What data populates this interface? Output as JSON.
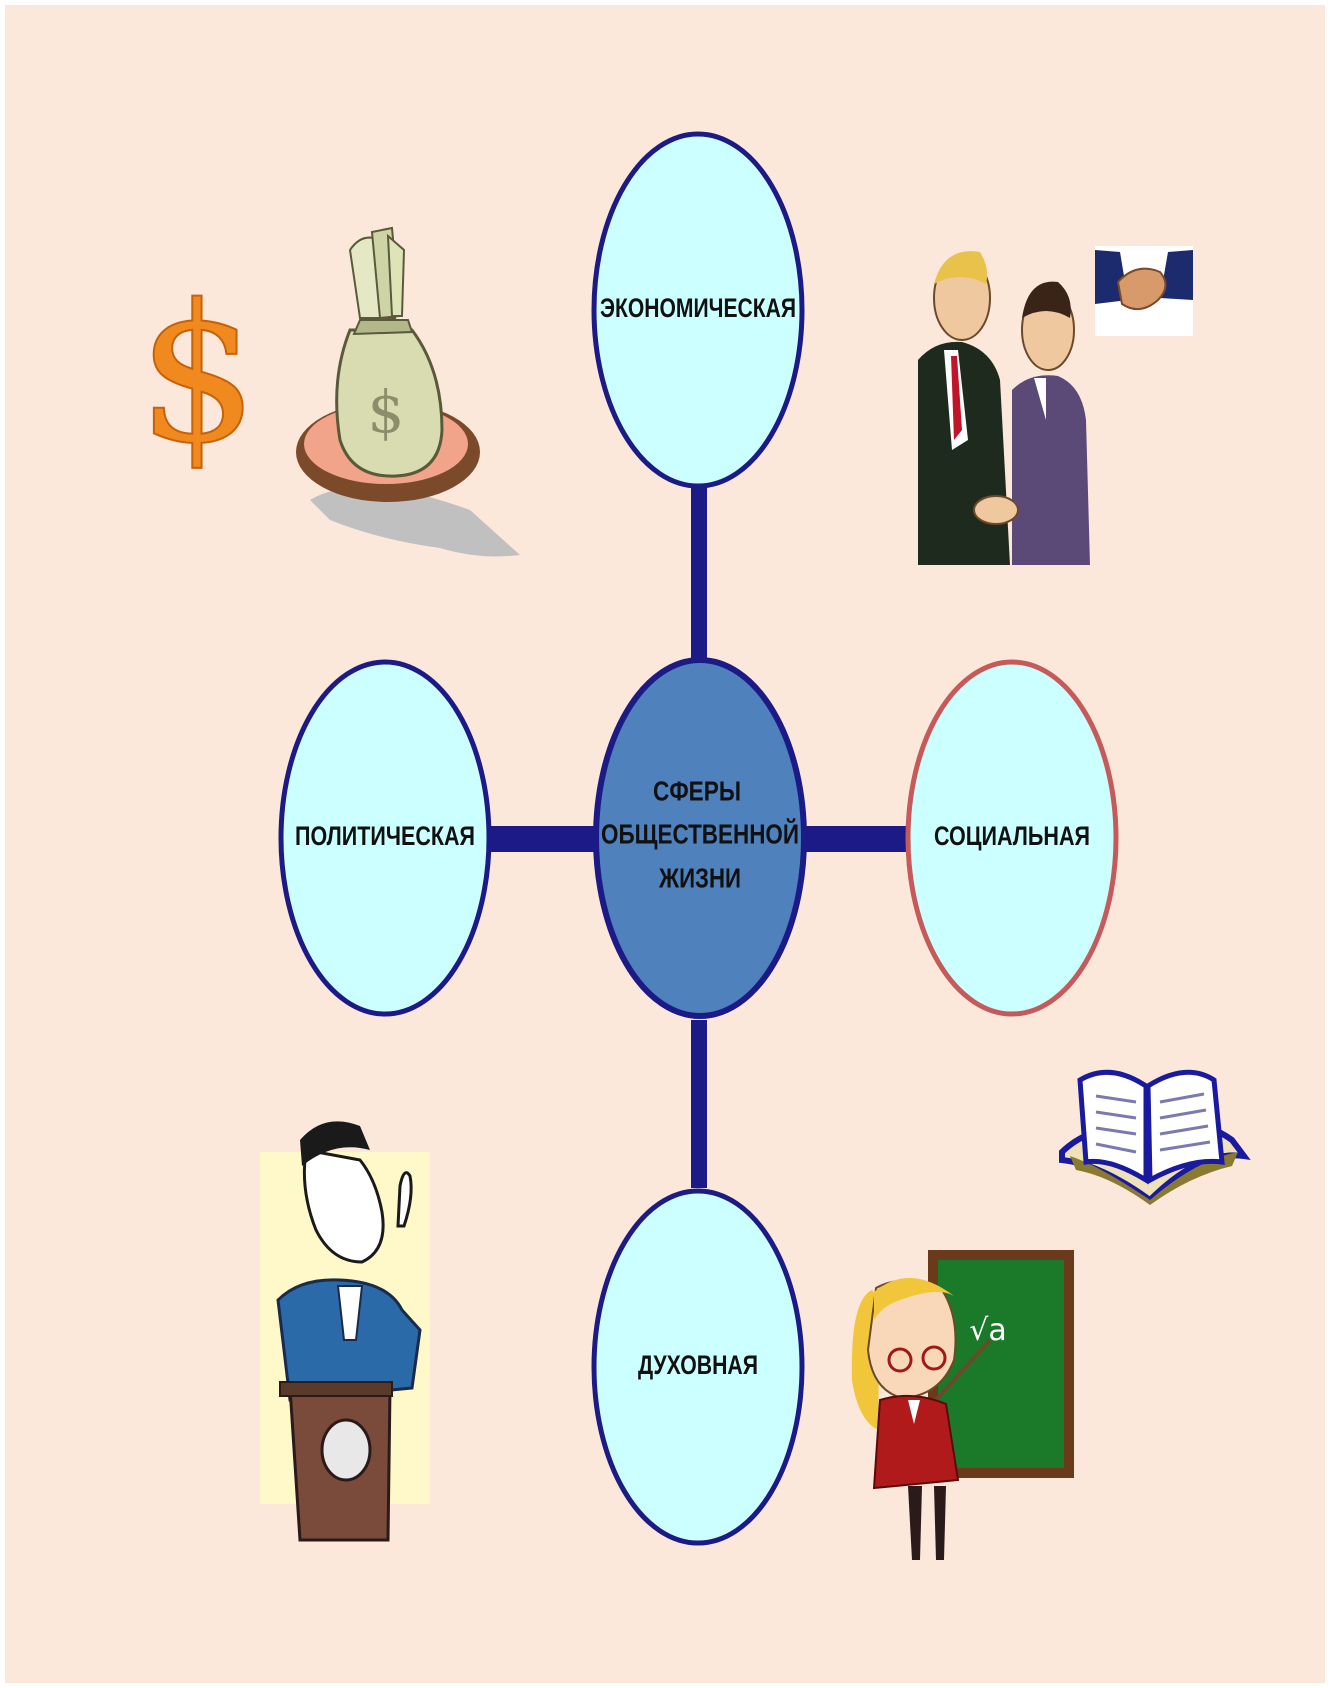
{
  "diagram": {
    "center": {
      "lines": [
        "СФЕРЫ",
        "ОБЩЕСТВЕННОЙ",
        "ЖИЗНИ"
      ]
    },
    "nodes": {
      "top": {
        "label": "ЭКОНОМИЧЕСКАЯ"
      },
      "left": {
        "label": "ПОЛИТИЧЕСКАЯ"
      },
      "right": {
        "label": "СОЦИАЛЬНАЯ"
      },
      "bottom": {
        "label": "ДУХОВНАЯ"
      }
    }
  },
  "clipart": {
    "dollar_sign": "$",
    "money_bag_sign": "$",
    "blackboard_formula": "√a"
  },
  "colors": {
    "background": "#fce8da",
    "connector": "#1c1a86",
    "oval_fill": "#ccffff",
    "oval_border_blue": "#1c1a86",
    "oval_border_red": "#c65a5a",
    "center_fill": "#4f81bd"
  },
  "icons": [
    "dollar-icon",
    "money-bag-icon",
    "handshake-icon",
    "business-people-icon",
    "speaker-podium-icon",
    "open-book-icon",
    "teacher-icon"
  ]
}
